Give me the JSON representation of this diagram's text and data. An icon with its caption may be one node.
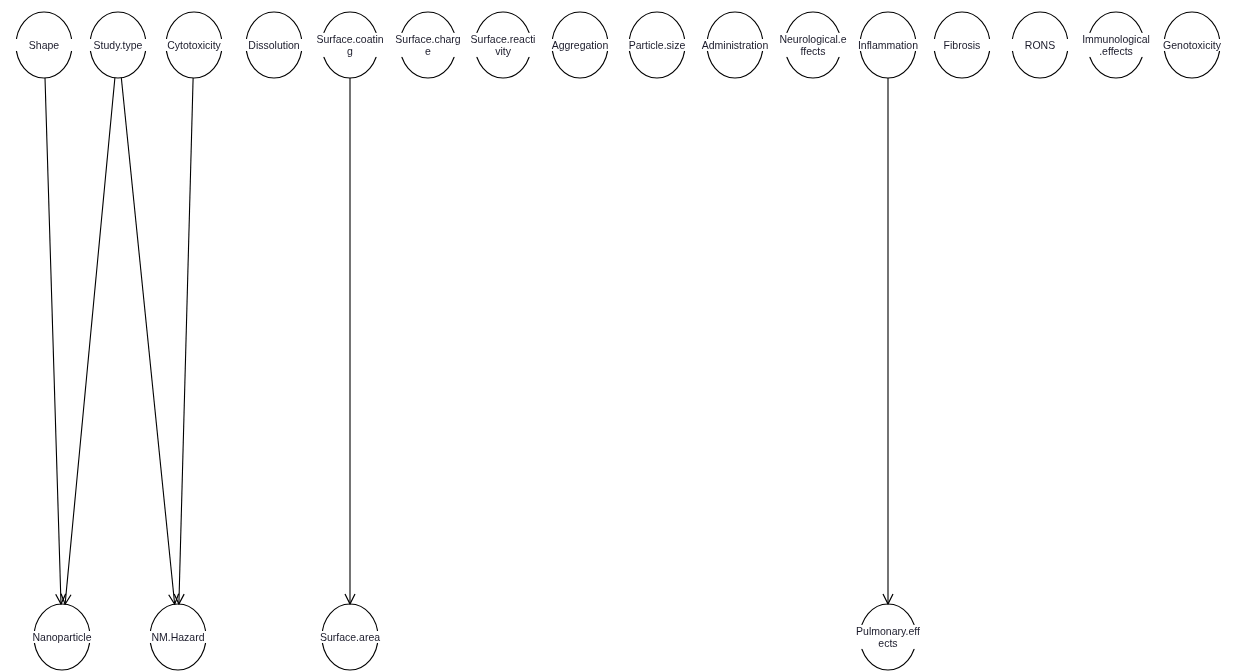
{
  "diagram": {
    "nodes": [
      {
        "text": [
          "Shape"
        ]
      },
      {
        "text": [
          "Study.type"
        ]
      },
      {
        "text": [
          "Cytotoxicity"
        ]
      },
      {
        "text": [
          "Dissolution"
        ]
      },
      {
        "text": [
          "Surface.coating"
        ]
      },
      {
        "text": [
          "Surface.charge"
        ]
      },
      {
        "text": [
          "Surface.reactivity"
        ]
      },
      {
        "text": [
          "Aggregation"
        ]
      },
      {
        "text": [
          "Particle.size"
        ]
      },
      {
        "text": [
          "Administration"
        ]
      },
      {
        "text": [
          "Neurological.effects"
        ]
      },
      {
        "text": [
          "Inflammation"
        ]
      },
      {
        "text": [
          "Fibrosis"
        ]
      },
      {
        "text": [
          "RONS"
        ]
      },
      {
        "text": [
          "Immunological.effects"
        ]
      },
      {
        "text": [
          "Genotoxicity"
        ]
      },
      {
        "text": [
          "Nanoparticle"
        ]
      },
      {
        "text": [
          "NM.Hazard"
        ]
      },
      {
        "text": [
          "Surface.area"
        ]
      },
      {
        "text": [
          "Pulmonary.effects"
        ]
      }
    ],
    "edges": [
      {
        "from": 0,
        "to": 16,
        "arrow": "to"
      },
      {
        "from": 1,
        "to": 16,
        "arrow": "to"
      },
      {
        "from": 1,
        "to": 17,
        "arrow": "to"
      },
      {
        "from": 2,
        "to": 17,
        "arrow": "to"
      },
      {
        "from": 4,
        "to": 18,
        "arrow": "to"
      },
      {
        "from": 11,
        "to": 19,
        "arrow": "to"
      }
    ]
  }
}
